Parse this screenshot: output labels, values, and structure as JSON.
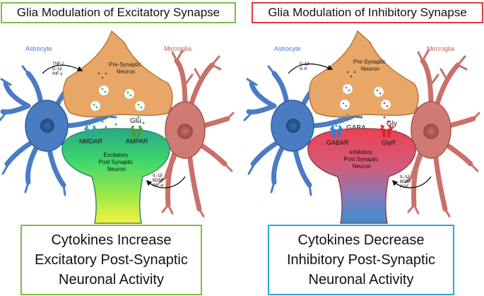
{
  "left_panel": {
    "title": "Glia Modulation of Excitatory Synapse",
    "astrocyte_label": "Astrocyte",
    "microglia_label": "Mircroglia",
    "astro_cytokines": [
      "TNF-2",
      "IL-1β",
      "INF-γ"
    ],
    "presynaptic_label": [
      "Pre-Synaptic",
      "Neuron"
    ],
    "neurotransmitter": "Glu",
    "receptor_left": "NMDAR",
    "receptor_right": "AMPAR",
    "postsynaptic_label": [
      "Excitatory",
      "Post Synaptic",
      "Neuron"
    ],
    "micro_cytokines": [
      "IL-1β",
      "BDNF",
      "INF-α"
    ],
    "summary": [
      "Cytokines Increase",
      "Excitatory Post-Synaptic",
      "Neuronal Activity"
    ]
  },
  "right_panel": {
    "title": "Glia Modulation of Inhibitory Synapse",
    "astrocyte_label": "Astrocyte",
    "microglia_label": "Mircroglia",
    "astro_cytokines": [
      "IL-1β",
      "IL-6"
    ],
    "presynaptic_label": [
      "Pre-Synaptic",
      "Neuron"
    ],
    "neurotransmitter_left": "GABA",
    "neurotransmitter_right": "Gly",
    "receptor_left": "GABAR",
    "receptor_right": "GlyR",
    "postsynaptic_label": [
      "Inhibitory",
      "Post Synaptic",
      "Neuron"
    ],
    "micro_cytokines": [
      "IL-1β",
      "BDNF",
      "PGE₂"
    ],
    "summary": [
      "Cytokines Decrease",
      "Inhibitory Post-Synaptic",
      "Neuronal Activity"
    ]
  },
  "colors": {
    "astrocyte": "#4a7cc4",
    "microglia": "#c9706a",
    "presynaptic": "#e8a766",
    "excitatory_top": "#2fb38a",
    "excitatory_bottom": "#f2f040",
    "inhibitory_top": "#e8475a",
    "inhibitory_bottom": "#3f8bc9",
    "glu_dots": "#34c24a",
    "gaba_dots": "#2aa7e0",
    "gly_dots": "#e2343a"
  }
}
